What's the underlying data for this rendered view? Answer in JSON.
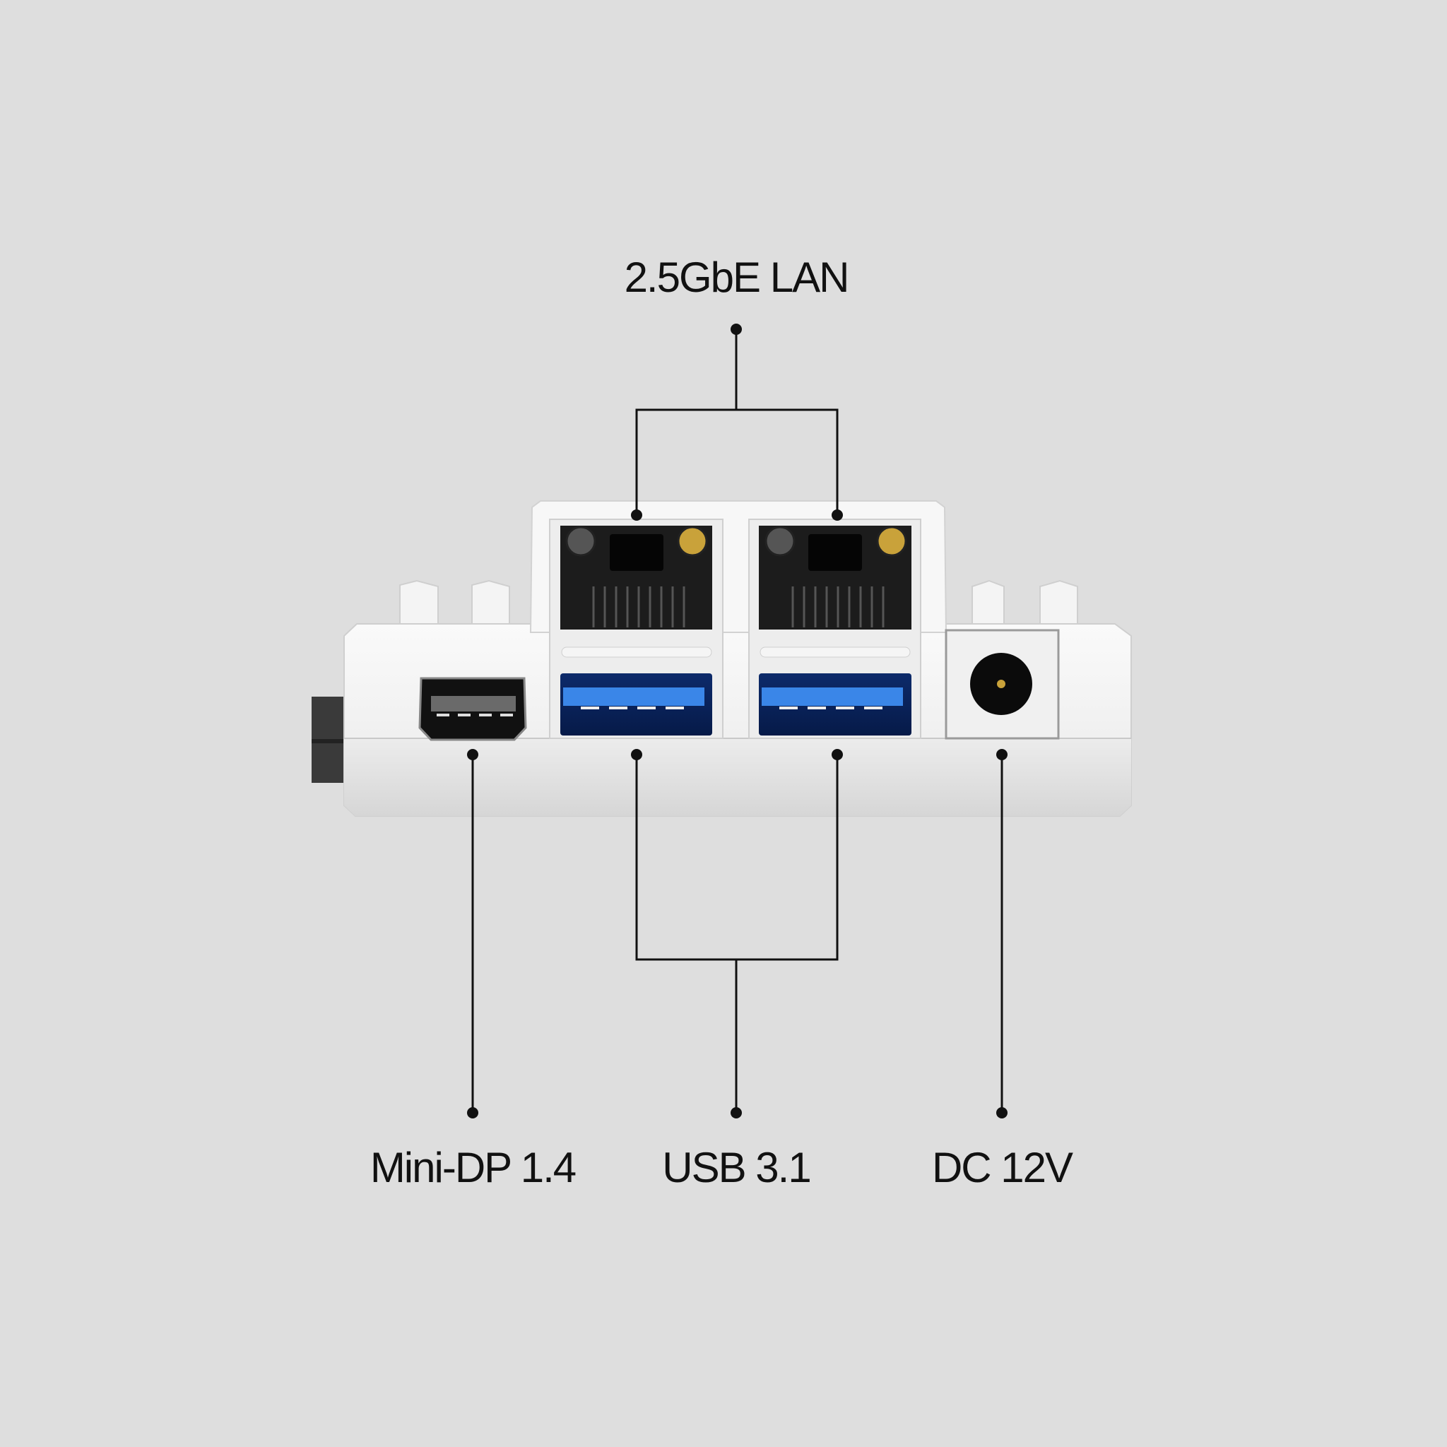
{
  "labels": {
    "lan": "2.5GbE LAN",
    "mini_dp": "Mini-DP 1.4",
    "usb": "USB 3.1",
    "dc": "DC 12V"
  },
  "colors": {
    "background": "#dedede",
    "device_body": "#f2f2f2",
    "usb_blue": "#2f6fd6",
    "led_amber": "#c9a23a",
    "line": "#111111"
  }
}
